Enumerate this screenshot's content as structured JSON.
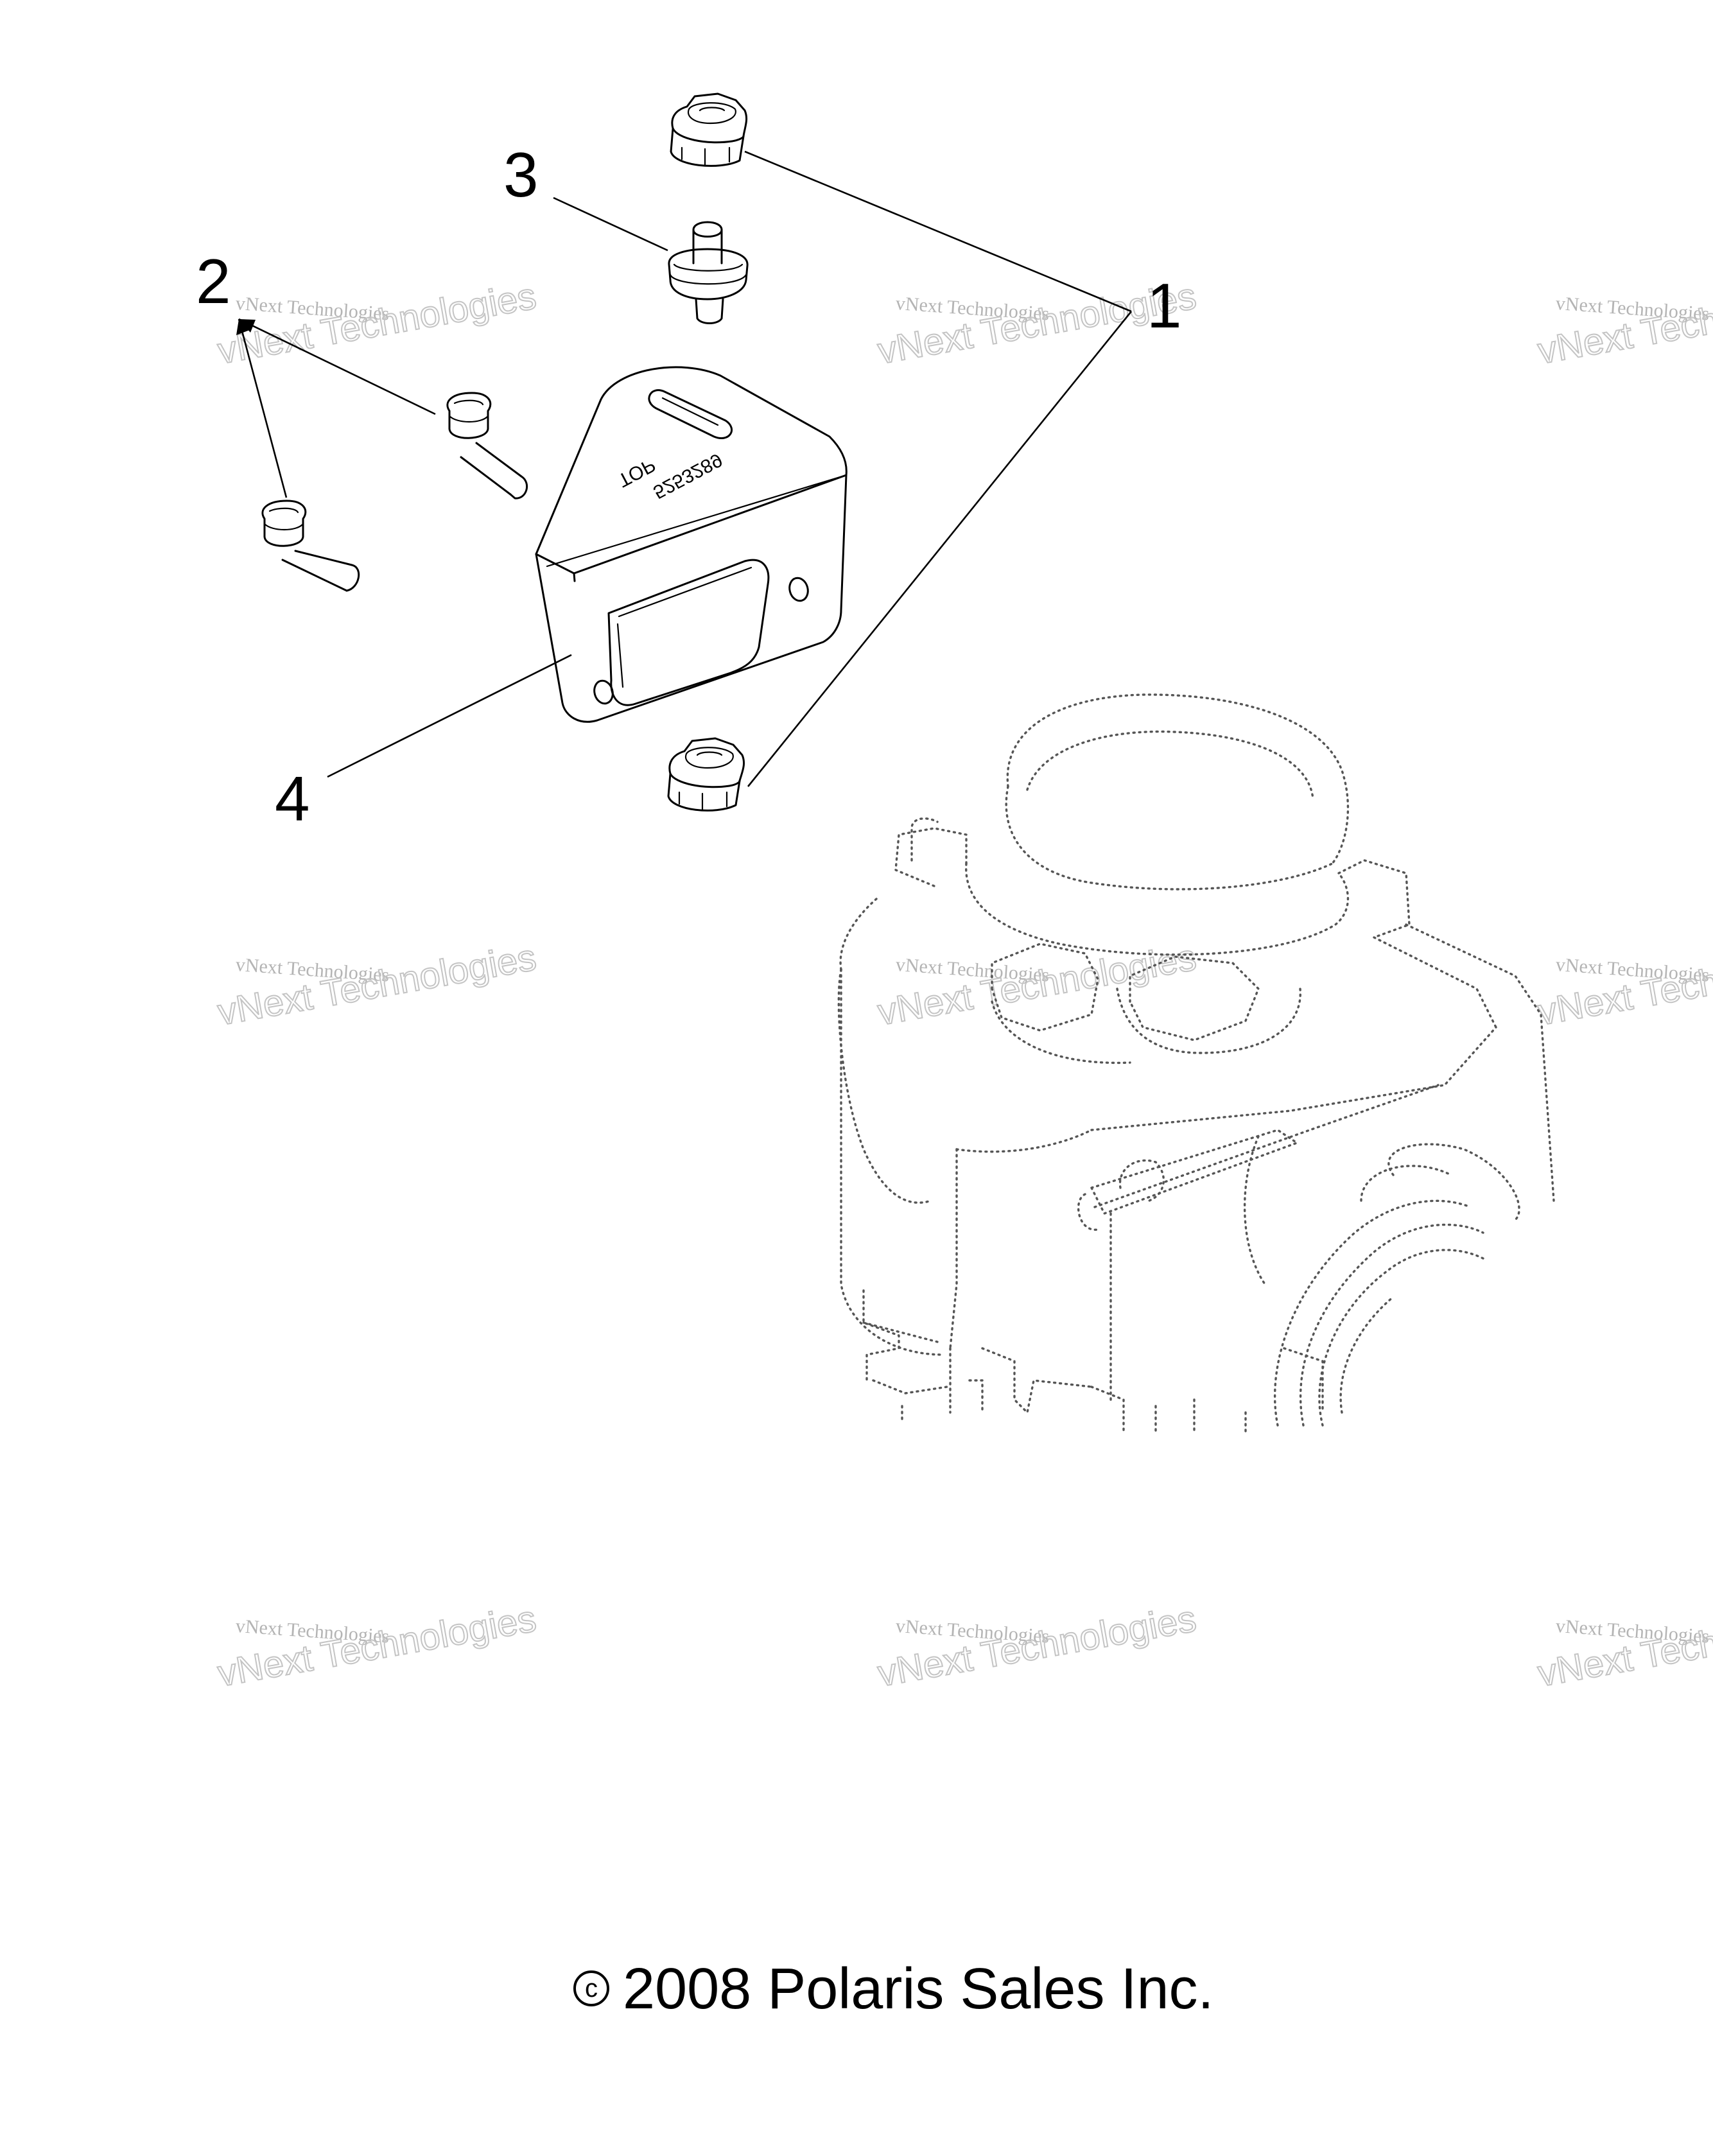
{
  "diagram": {
    "callouts": [
      {
        "id": "1",
        "label": "1"
      },
      {
        "id": "2",
        "label": "2"
      },
      {
        "id": "3",
        "label": "3"
      },
      {
        "id": "4",
        "label": "4"
      }
    ],
    "bracket_stamp": {
      "part_number": "5253289",
      "marking": "TOP"
    },
    "watermark": {
      "line1": "vNext Technologies",
      "line2": "vNext Technologies"
    },
    "copyright": {
      "symbol": "c",
      "text": "2008 Polaris Sales Inc."
    }
  }
}
